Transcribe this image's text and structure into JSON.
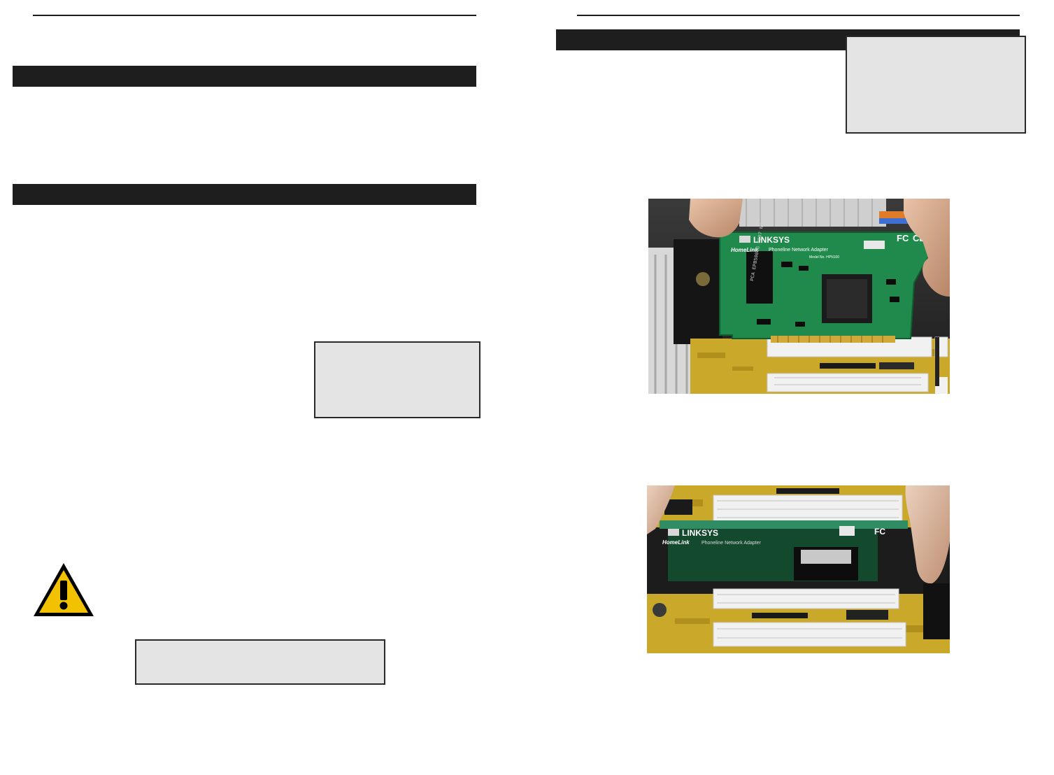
{
  "photo1": {
    "brand": "LINKSYS",
    "product_line": "HomeLink",
    "product_desc": "Phoneline Network Adapter",
    "model": "Model No. HPN100",
    "chip_text": "PCA EPB5003G 9907 NH",
    "fcc": "FC",
    "ce": "CE"
  },
  "photo2": {
    "brand": "LINKSYS",
    "product_line": "HomeLink",
    "product_desc": "Phoneline Network Adapter",
    "fcc": "FC"
  },
  "colors": {
    "bar": "#1e1e1e",
    "note_fill": "#e4e4e4",
    "warning_yellow": "#f2c200",
    "pcb_green": "#1f8a4c",
    "motherboard_yellow": "#c9a82a"
  },
  "icons": {
    "warning": "warning-triangle-icon"
  }
}
